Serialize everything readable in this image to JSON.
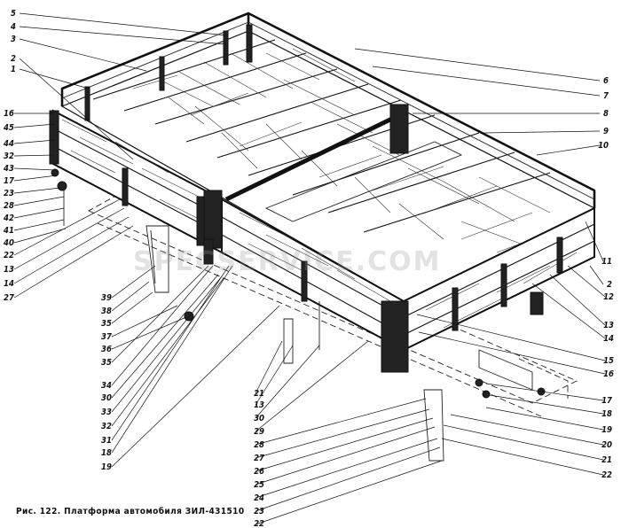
{
  "caption": "Рис. 122. Платформа автомобиля ЗИЛ-431510",
  "watermark": "SPECSERVICE.COM",
  "labels": [
    "5",
    "4",
    "3",
    "2",
    "1",
    "16",
    "45",
    "44",
    "32",
    "43",
    "17",
    "23",
    "28",
    "42",
    "41",
    "40",
    "22",
    "13",
    "14",
    "27",
    "6",
    "7",
    "8",
    "9",
    "10",
    "11",
    "2",
    "12",
    "13",
    "14",
    "15",
    "16",
    "39",
    "38",
    "35",
    "37",
    "36",
    "35",
    "34",
    "30",
    "33",
    "32",
    "31",
    "18",
    "19",
    "21",
    "13",
    "30",
    "29",
    "28",
    "27",
    "26",
    "25",
    "24",
    "23",
    "22",
    "17",
    "18",
    "19",
    "20",
    "21",
    "22"
  ]
}
